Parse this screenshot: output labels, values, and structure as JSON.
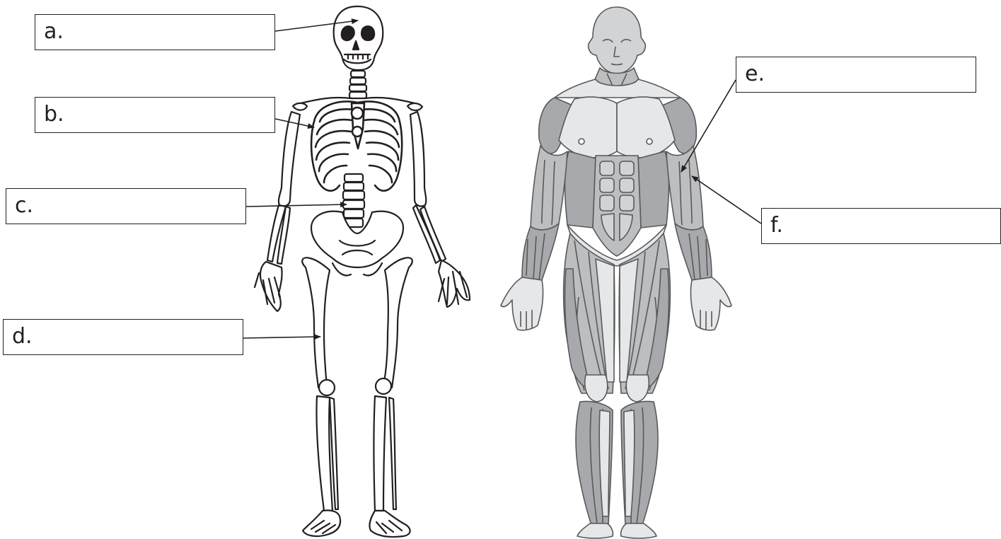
{
  "labels": {
    "a": "a.",
    "b": "b.",
    "c": "c.",
    "d": "d.",
    "e": "e.",
    "f": "f."
  },
  "colors": {
    "ink": "#231f20",
    "muscle_dark": "#a7a9ac",
    "muscle_mid": "#bcbec0",
    "muscle_light": "#d1d3d4",
    "skin": "#e6e7e8"
  },
  "figures": {
    "left": "skeleton-illustration",
    "right": "muscular-system-illustration"
  }
}
